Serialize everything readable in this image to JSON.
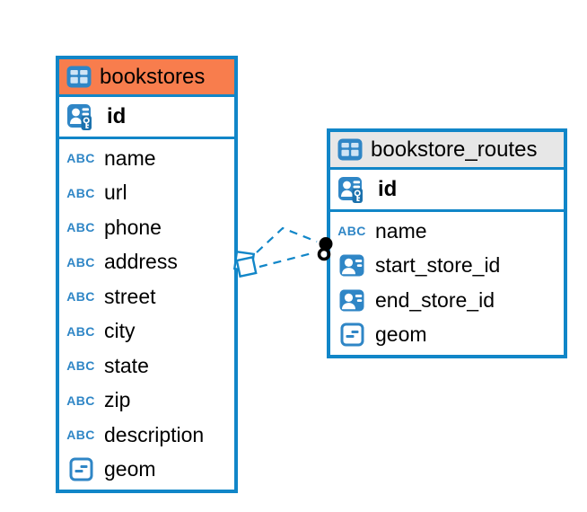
{
  "colors": {
    "accent_blue": "#1186c8",
    "icon_blue": "#2f86c6",
    "bookstores_header_orange": "#f87d4d",
    "routes_header_gray": "#e7e7e7",
    "text_black": "#000000",
    "relationship_line_blue": "#1186c8",
    "relationship_dot_black": "#000000"
  },
  "tables": {
    "bookstores": {
      "title": "bookstores",
      "primary_key": "id",
      "columns": [
        {
          "label": "name",
          "type": "text",
          "icon_label": "ABC"
        },
        {
          "label": "url",
          "type": "text",
          "icon_label": "ABC"
        },
        {
          "label": "phone",
          "type": "text",
          "icon_label": "ABC"
        },
        {
          "label": "address",
          "type": "text",
          "icon_label": "ABC"
        },
        {
          "label": "street",
          "type": "text",
          "icon_label": "ABC"
        },
        {
          "label": "city",
          "type": "text",
          "icon_label": "ABC"
        },
        {
          "label": "state",
          "type": "text",
          "icon_label": "ABC"
        },
        {
          "label": "zip",
          "type": "text",
          "icon_label": "ABC"
        },
        {
          "label": "description",
          "type": "text",
          "icon_label": "ABC"
        },
        {
          "label": "geom",
          "type": "geometry"
        }
      ]
    },
    "bookstore_routes": {
      "title": "bookstore_routes",
      "primary_key": "id",
      "columns": [
        {
          "label": "name",
          "type": "text",
          "icon_label": "ABC"
        },
        {
          "label": "start_store_id",
          "type": "reference"
        },
        {
          "label": "end_store_id",
          "type": "reference"
        },
        {
          "label": "geom",
          "type": "geometry"
        }
      ]
    }
  },
  "relationship": {
    "from_table": "bookstores",
    "to_table": "bookstore_routes",
    "line_style": "dashed",
    "source_endpoint_icon": "overlapping-squares-icon",
    "target_endpoint_icon": "black-dot-icon"
  }
}
